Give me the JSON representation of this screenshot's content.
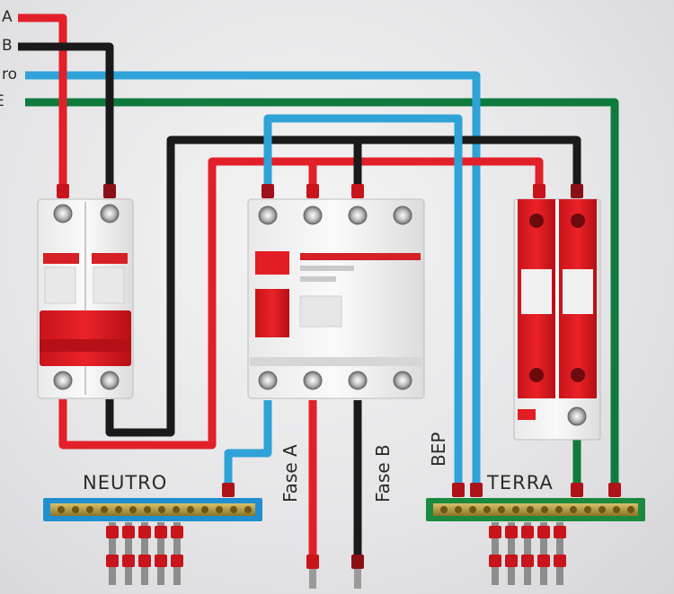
{
  "lines": {
    "a": "A",
    "b": "B",
    "neutro": "ro",
    "terra": "E"
  },
  "neutral_bus": {
    "label": "NEUTRO"
  },
  "ground_bus": {
    "label": "TERRA"
  },
  "outputs": {
    "fase_a": "Fase A",
    "fase_b": "Fase B",
    "bep": "BEP"
  },
  "colors": {
    "phase_a": "#e2202a",
    "phase_b": "#1a1a1a",
    "neutral": "#2fa3d8",
    "ground": "#0e7a3c",
    "device_red": "#e21d23",
    "device_white": "#f2f2f2",
    "bus_blue": "#1f8fd0",
    "bus_green": "#1b8a3e",
    "brass": "#b89b3a"
  }
}
